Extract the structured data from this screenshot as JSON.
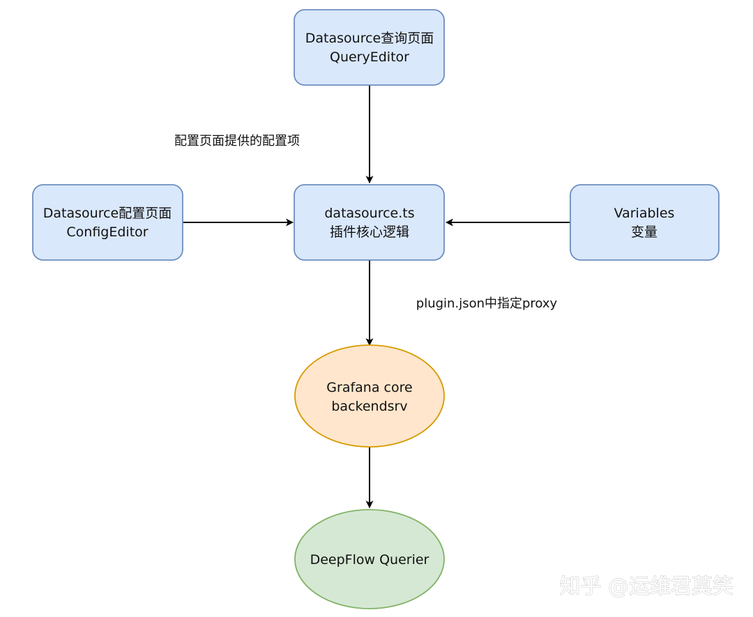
{
  "colors": {
    "box_fill": "#dae8fc",
    "box_stroke": "#6c8ebf",
    "orange_fill": "#ffe6cc",
    "orange_stroke": "#d79b00",
    "green_fill": "#d5e8d4",
    "green_stroke": "#82b366",
    "arrow": "#000000"
  },
  "nodes": {
    "query_editor": {
      "line1": "Datasource查询页面",
      "line2": "QueryEditor"
    },
    "config_editor": {
      "line1": "Datasource配置页面",
      "line2": "ConfigEditor"
    },
    "datasource_ts": {
      "line1": "datasource.ts",
      "line2": "插件核心逻辑"
    },
    "variables": {
      "line1": "Variables",
      "line2": "变量"
    },
    "grafana_core": {
      "line1": "Grafana core",
      "line2": "backendsrv"
    },
    "deepflow_querier": {
      "line1": "DeepFlow Querier"
    }
  },
  "edges": {
    "config_label": "配置页面提供的配置项",
    "proxy_label": "plugin.json中指定proxy"
  },
  "watermark": "知乎 @运维君莫笑"
}
